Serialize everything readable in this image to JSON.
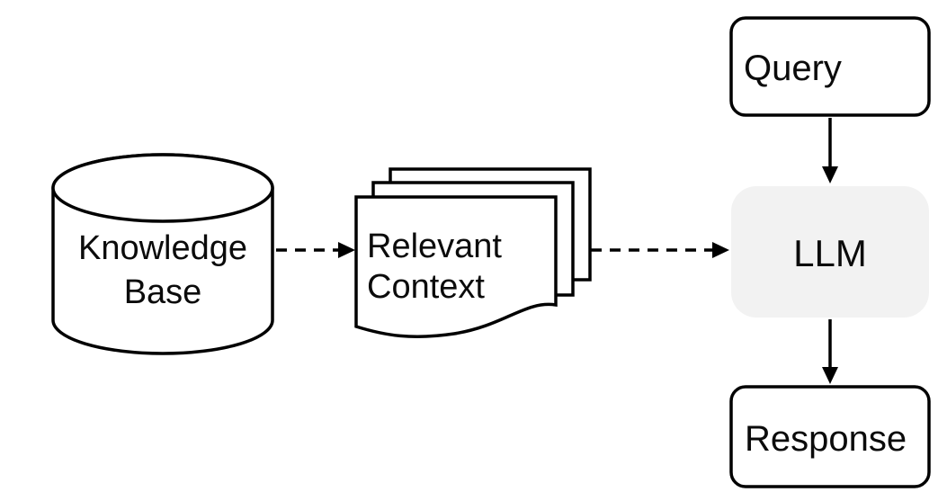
{
  "diagram": {
    "description": "Retrieval-augmented generation (RAG) flow diagram",
    "colors": {
      "stroke": "#000000",
      "node_fill": "#ffffff",
      "llm_fill": "#f2f2f2",
      "background": "#ffffff"
    },
    "nodes": {
      "knowledge_base": {
        "shape": "database-cylinder",
        "label_line1": "Knowledge",
        "label_line2": "Base"
      },
      "relevant_context": {
        "shape": "document-stack",
        "label_line1": "Relevant",
        "label_line2": "Context"
      },
      "query": {
        "shape": "rounded-rectangle",
        "label": "Query"
      },
      "llm": {
        "shape": "rounded-rectangle-filled",
        "label": "LLM"
      },
      "response": {
        "shape": "rounded-rectangle",
        "label": "Response"
      }
    },
    "edges": [
      {
        "from": "knowledge_base",
        "to": "relevant_context",
        "style": "dashed-arrow"
      },
      {
        "from": "relevant_context",
        "to": "llm",
        "style": "dashed-arrow"
      },
      {
        "from": "query",
        "to": "llm",
        "style": "solid-arrow"
      },
      {
        "from": "llm",
        "to": "response",
        "style": "solid-arrow"
      }
    ]
  }
}
